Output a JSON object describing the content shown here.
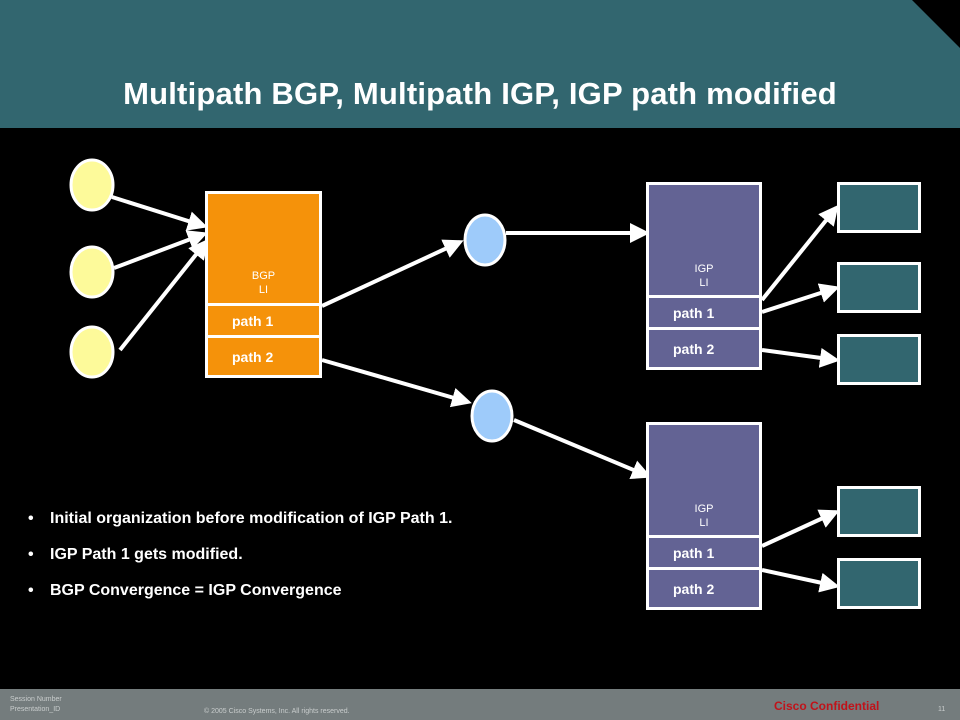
{
  "slide": {
    "title": "Multipath BGP, Multipath IGP, IGP path modified"
  },
  "diagram": {
    "bgp_box": {
      "label_line1": "BGP",
      "label_line2": "LI",
      "path1": "path 1",
      "path2": "path 2"
    },
    "igp_box_top": {
      "label_line1": "IGP",
      "label_line2": "LI",
      "path1": "path 1",
      "path2": "path 2"
    },
    "igp_box_bottom": {
      "label_line1": "IGP",
      "label_line2": "LI",
      "path1": "path 1",
      "path2": "path 2"
    }
  },
  "bullets": [
    "Initial organization before modification of IGP Path 1.",
    "IGP Path 1 gets modified.",
    "BGP Convergence = IGP Convergence"
  ],
  "footer": {
    "session_number": "Session Number",
    "presentation_id": "Presentation_ID",
    "copyright": "© 2005 Cisco Systems, Inc. All rights reserved.",
    "confidential": "Cisco Confidential",
    "page_number": "11"
  },
  "colors": {
    "header": "#32666f",
    "bgp_box": "#f5920a",
    "igp_box": "#636394",
    "prefix_node": "#fdfa9a",
    "nexthop_node": "#9ecbfa",
    "destination": "#32666f",
    "confidential": "#c0131a"
  }
}
